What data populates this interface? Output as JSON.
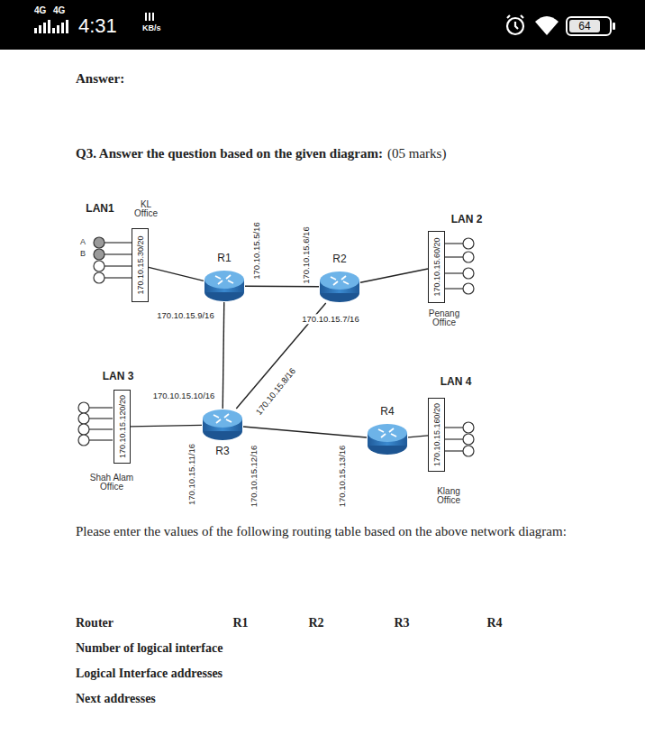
{
  "diagram": {
    "nodes": [
      {
        "text": [
          "170.10.15.30/20"
        ]
      },
      {
        "text": [
          "R1"
        ]
      },
      {
        "text": [
          "R2"
        ]
      },
      {
        "text": [
          "170.10.15.60/20"
        ]
      },
      {
        "text": [
          "170.10.15.120/20"
        ]
      },
      {
        "text": [
          "R3"
        ]
      },
      {
        "text": [
          "R4"
        ]
      },
      {
        "text": [
          "170.10.15.160/20"
        ]
      }
    ],
    "edges": [
      {
        "from": 0,
        "to": 1,
        "arrow": "none"
      },
      {
        "from": 1,
        "to": 2,
        "arrow": "none"
      },
      {
        "from": 2,
        "to": 3,
        "arrow": "none"
      },
      {
        "from": 1,
        "to": 5,
        "arrow": "none"
      },
      {
        "from": 2,
        "to": 5,
        "arrow": "none"
      },
      {
        "from": 4,
        "to": 5,
        "arrow": "none"
      },
      {
        "from": 5,
        "to": 6,
        "arrow": "none"
      },
      {
        "from": 6,
        "to": 7,
        "arrow": "none"
      }
    ],
    "labels": [
      "4G",
      "4G",
      "4:31",
      "KB/s",
      "64",
      "Answer:",
      "Q3. Answer the question based on the given diagram:",
      "(05 marks)",
      "LAN1",
      "KL Office",
      "A",
      "B",
      "LAN 2",
      "Penang Office",
      "LAN 3",
      "Shah Alam Office",
      "LAN 4",
      "Klang Office",
      "170.10.15.5/16",
      "170.10.15.6/16",
      "170.10.15.9/16",
      "170.10.15.7/16",
      "170.10.15.10/16",
      "170.10.15.8/16",
      "170.10.15.11/16",
      "170.10.15.12/16",
      "170.10.15.13/16",
      "Please enter the values of the following routing table based on the above network diagram:",
      "Router",
      "R1",
      "R2",
      "R3",
      "R4",
      "Number of logical interface",
      "Logical Interface addresses",
      "Next addresses"
    ]
  }
}
